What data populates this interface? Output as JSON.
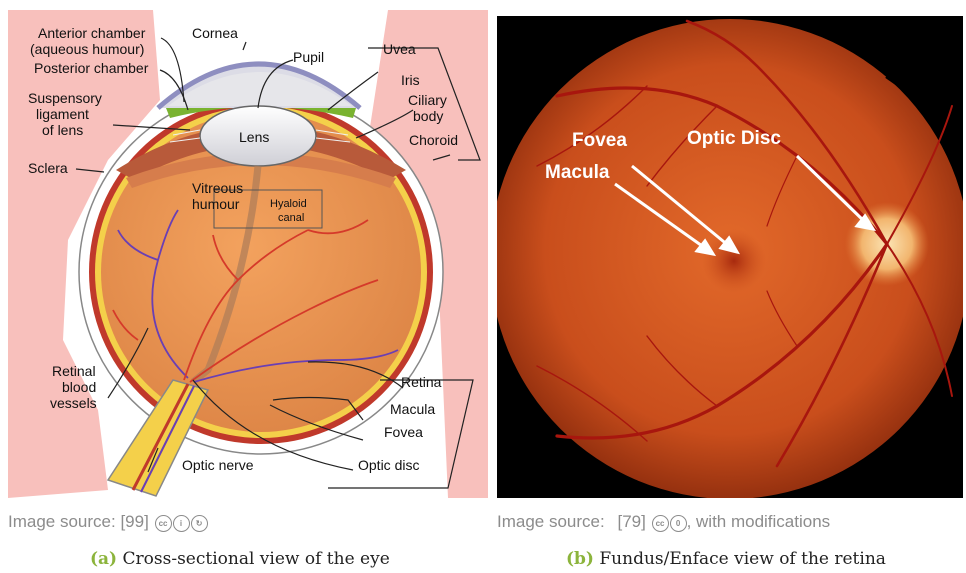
{
  "panel_a": {
    "labels": {
      "anterior_chamber": "Anterior chamber",
      "aqueous_humour": "(aqueous humour)",
      "posterior_chamber": "Posterior chamber",
      "cornea": "Cornea",
      "pupil": "Pupil",
      "uvea": "Uvea",
      "iris": "Iris",
      "ciliary": "Ciliary",
      "body": "body",
      "choroid": "Choroid",
      "suspensory": "Suspensory",
      "ligament": "ligament",
      "of_lens": "of lens",
      "lens": "Lens",
      "sclera": "Sclera",
      "vitreous": "Vitreous",
      "humour": "humour",
      "hyaloid": "Hyaloid",
      "canal": "canal",
      "retinal": "Retinal",
      "blood": "blood",
      "vessels": "vessels",
      "retina": "Retina",
      "macula": "Macula",
      "fovea": "Fovea",
      "optic_nerve": "Optic nerve",
      "optic_disc": "Optic disc"
    },
    "source": "Image source: [99]",
    "license_icons": [
      "cc",
      "by",
      "sa"
    ],
    "caption_label": "(a)",
    "caption_text": "Cross-sectional view of the eye"
  },
  "panel_b": {
    "labels": {
      "fovea": "Fovea",
      "macula": "Macula",
      "optic_disc": "Optic Disc"
    },
    "source_prefix": "Image source:",
    "source_ref": "[79]",
    "source_suffix": ", with modifications",
    "license_icons": [
      "cc",
      "zero"
    ],
    "caption_label": "(b)",
    "caption_text": "Fundus/Enface view of the retina"
  },
  "colors": {
    "background_pink": "#f8c0bc",
    "caption_label": "#8cb43c",
    "source_text": "#8c8c8c",
    "fundus_orange": "#d2571f",
    "vessel_red": "#a8160e",
    "optic_disc": "#f6d6a0"
  }
}
